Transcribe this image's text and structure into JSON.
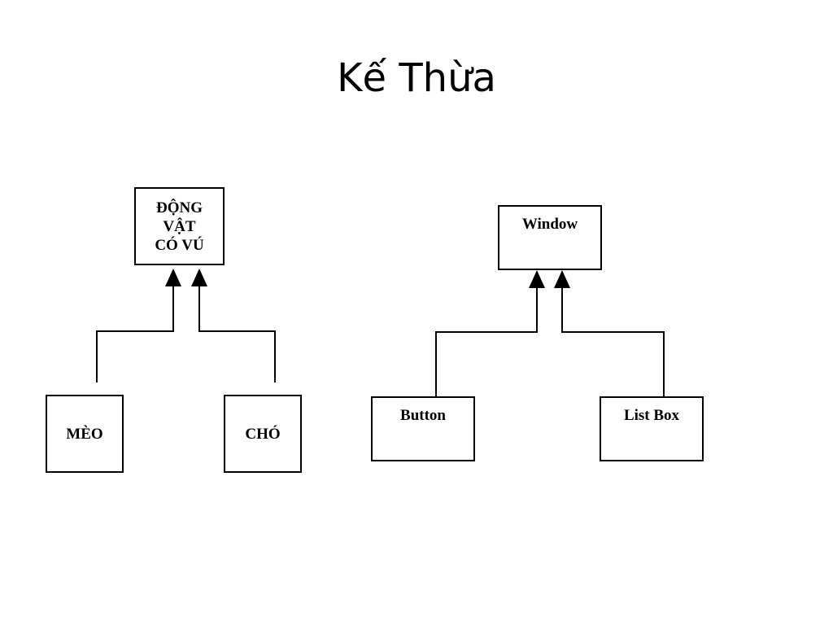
{
  "slide": {
    "title": "Kế Thừa"
  },
  "left_diagram": {
    "parent": {
      "lines": [
        "ĐỘNG",
        "VẬT",
        "CÓ VÚ"
      ]
    },
    "children": [
      {
        "label": "MÈO"
      },
      {
        "label": "CHÓ"
      }
    ]
  },
  "right_diagram": {
    "parent": {
      "label": "Window"
    },
    "children": [
      {
        "label": "Button"
      },
      {
        "label": "List Box"
      }
    ]
  },
  "colors": {
    "line": "#000000",
    "background": "#ffffff"
  }
}
